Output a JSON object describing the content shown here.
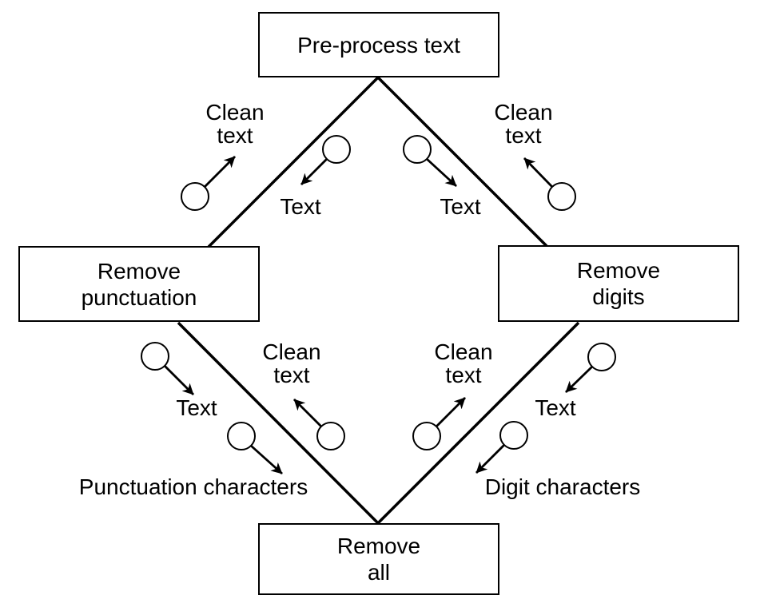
{
  "diagram": {
    "title_hint": "Text pre-processing flow diagram",
    "colors": {
      "ink": "#000000",
      "background": "#ffffff"
    },
    "nodes": {
      "top": {
        "label": "Pre-process text"
      },
      "left": {
        "label": "Remove\npunctuation"
      },
      "right": {
        "label": "Remove\ndigits"
      },
      "bottom": {
        "label": "Remove\nall"
      }
    },
    "labels": {
      "upper_left_clean": "Clean\ntext",
      "upper_left_text": "Text",
      "upper_right_text": "Text",
      "upper_right_clean": "Clean\ntext",
      "lower_left_text": "Text",
      "lower_left_clean": "Clean\ntext",
      "lower_right_clean": "Clean\ntext",
      "lower_right_text": "Text",
      "punctuation_output": "Punctuation characters",
      "digit_output": "Digit characters"
    },
    "edges": [
      {
        "from": "Pre-process text",
        "to": "Remove punctuation",
        "input": "Text",
        "output": "Clean text"
      },
      {
        "from": "Pre-process text",
        "to": "Remove digits",
        "input": "Text",
        "output": "Clean text"
      },
      {
        "from": "Remove punctuation",
        "to": "Remove all",
        "input": "Text",
        "outputs": [
          "Clean text",
          "Punctuation characters"
        ]
      },
      {
        "from": "Remove digits",
        "to": "Remove all",
        "input": "Text",
        "outputs": [
          "Clean text",
          "Digit characters"
        ]
      }
    ]
  }
}
